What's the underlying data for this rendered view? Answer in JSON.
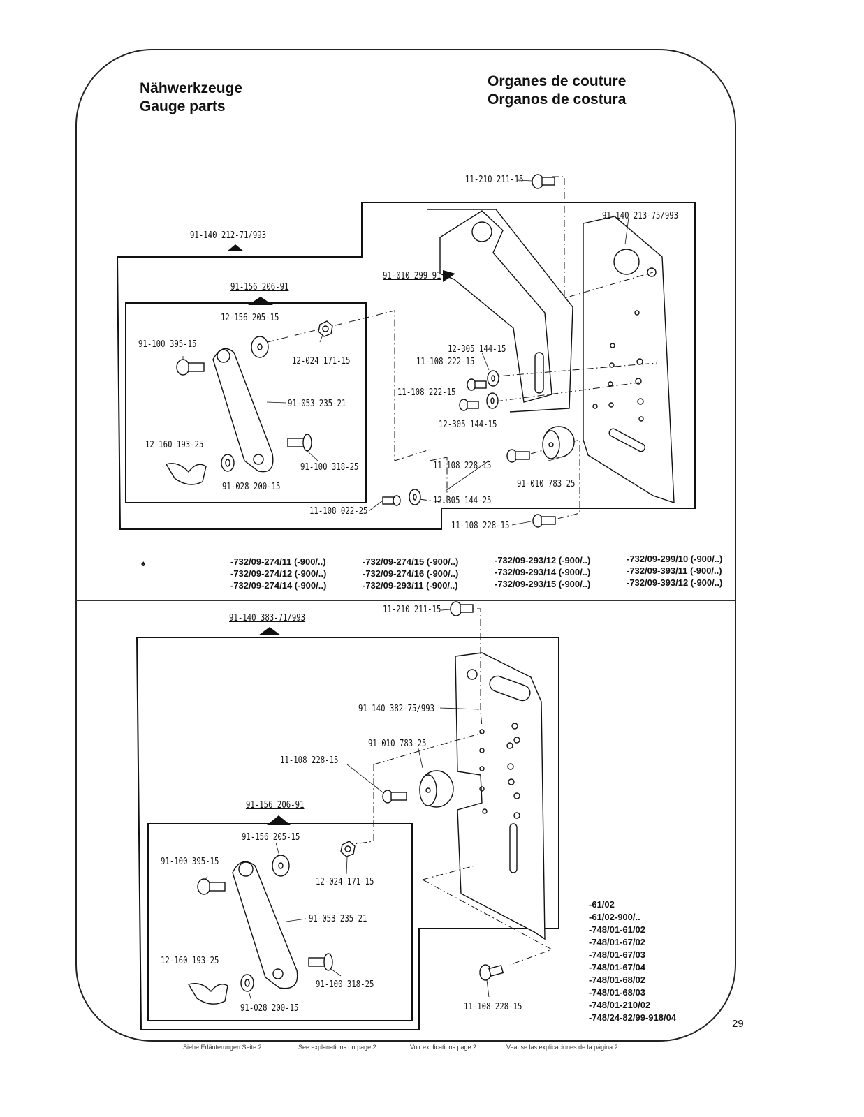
{
  "header": {
    "title_de": "Nähwerkzeuge",
    "title_en": "Gauge parts",
    "title_fr": "Organes de couture",
    "title_es": "Organos de costura"
  },
  "section1": {
    "assembly_label": "91-140 212-71/993",
    "subassembly_label": "91-156 206-91",
    "parts": {
      "p_11_210_211_15": "11-210 211-15",
      "p_91_140_213": "91-140 213-75/993",
      "p_91_010_299": "91-010 299-91",
      "p_12_156_205": "12-156 205-15",
      "p_91_100_395": "91-100 395-15",
      "p_12_024_171": "12-024 171-15",
      "p_91_053_235": "91-053 235-21",
      "p_12_160_193": "12-160 193-25",
      "p_91_100_318": "91-100 318-25",
      "p_91_028_200": "91-028 200-15",
      "p_12_305_144_a": "12-305 144-15",
      "p_11_108_222_a": "11-108 222-15",
      "p_11_108_222_b": "11-108 222-15",
      "p_12_305_144_b": "12-305 144-15",
      "p_11_108_228_a": "11-108 228-15",
      "p_91_010_783": "91-010 783-25",
      "p_11_108_022": "11-108 022-25",
      "p_12_305_144_c": "12-305 144-25",
      "p_11_108_228_b": "11-108 228-15"
    },
    "models": [
      [
        "-732/09-274/11  (-900/..)",
        "-732/09-274/12  (-900/..)",
        "-732/09-274/14  (-900/..)"
      ],
      [
        "-732/09-274/15  (-900/..)",
        "-732/09-274/16  (-900/..)",
        "-732/09-293/11  (-900/..)"
      ],
      [
        "-732/09-293/12  (-900/..)",
        "-732/09-293/14  (-900/..)",
        "-732/09-293/15  (-900/..)"
      ],
      [
        "-732/09-299/10  (-900/..)",
        "-732/09-393/11  (-900/..)",
        "-732/09-393/12  (-900/..)"
      ]
    ]
  },
  "section2": {
    "assembly_label": "91-140 383-71/993",
    "subassembly_label": "91-156 206-91",
    "parts": {
      "p_11_210_211_15": "11-210 211-15",
      "p_91_140_382": "91-140 382-75/993",
      "p_91_010_783": "91-010 783-25",
      "p_11_108_228_a": "11-108 228-15",
      "p_91_156_205": "91-156 205-15",
      "p_91_100_395": "91-100 395-15",
      "p_12_024_171": "12-024 171-15",
      "p_91_053_235": "91-053 235-21",
      "p_12_160_193": "12-160 193-25",
      "p_91_100_318": "91-100 318-25",
      "p_91_028_200": "91-028 200-15",
      "p_11_108_228_b": "11-108 228-15"
    },
    "models": [
      "-61/02",
      "-61/02-900/..",
      "-748/01-61/02",
      "-748/01-67/02",
      "-748/01-67/03",
      "-748/01-67/04",
      "-748/01-68/02",
      "-748/01-68/03",
      "-748/01-210/02",
      "-748/24-82/99-918/04"
    ]
  },
  "footer": {
    "de": "Siehe Erläuterungen Seite 2",
    "en": "See explanations on page 2",
    "fr": "Voir explications page 2",
    "es": "Veanse las explicaciones de la página 2",
    "page_number": "29"
  }
}
